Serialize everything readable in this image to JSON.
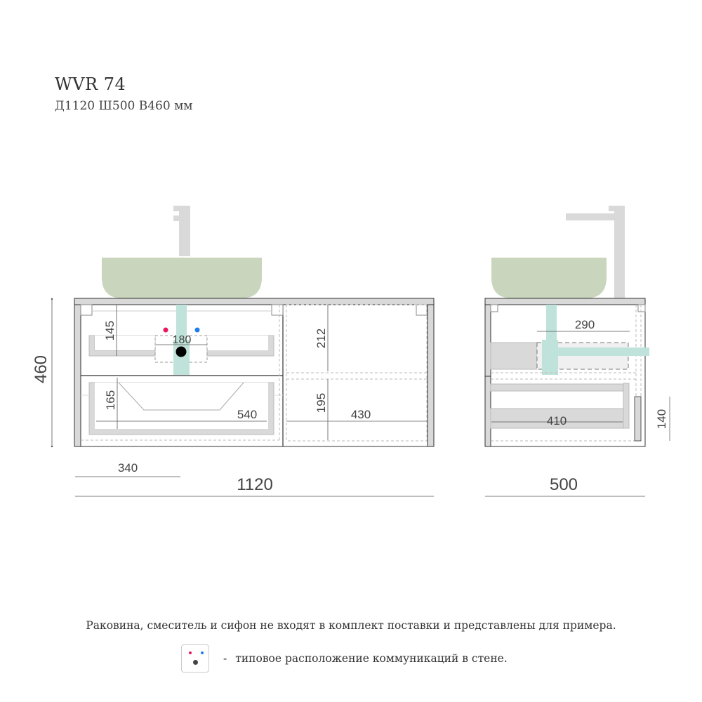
{
  "header": {
    "title": "WVR 74",
    "subtitle": "Д1120 Ш500 В460 мм"
  },
  "front_view": {
    "dimensions": {
      "height": "460",
      "width_total": "1120",
      "width_left": "340",
      "drawer_top_height": "145",
      "pipe_spacing": "180",
      "drawer_bottom_height": "165",
      "drawer_bottom_width": "540",
      "right_upper_height": "212",
      "right_lower_height": "195",
      "right_lower_width": "430"
    }
  },
  "side_view": {
    "dimensions": {
      "depth": "500",
      "drawer_top_depth": "290",
      "drawer_bottom_depth": "410",
      "handle_height": "140"
    }
  },
  "colors": {
    "sink": "#c9d6bd",
    "faucet": "#d9d9d9",
    "pipe": "#bfe3da",
    "hot": "#e8185e",
    "cold": "#1e7cf0",
    "drain": "#000000",
    "frame": "#333333",
    "panel": "#d9d9d9"
  },
  "footer": {
    "note": "Раковина, смеситель и сифон не входят в комплект поставки и представлены для примера.",
    "legend_dash": "-",
    "legend_text": "типовое расположение коммуникаций в стене."
  }
}
